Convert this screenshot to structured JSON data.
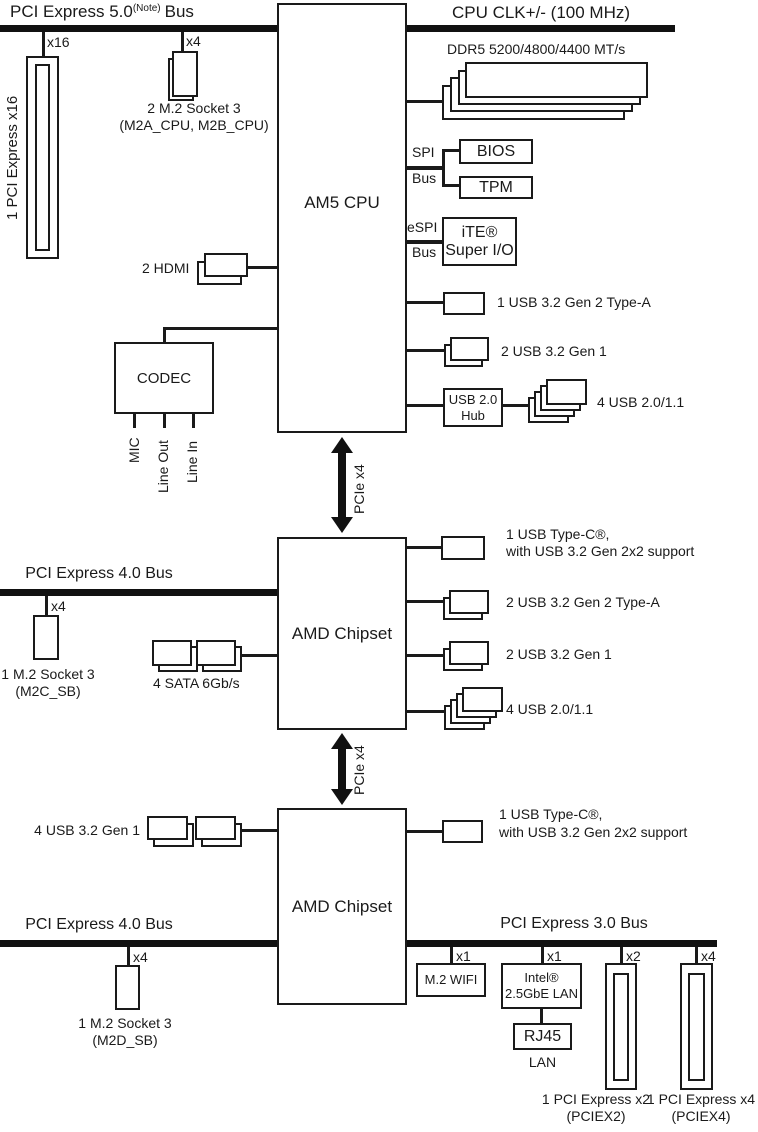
{
  "bus_pcie5": {
    "title": "PCI Express 5.0",
    "note": "(Note)",
    "tail": "Bus"
  },
  "bus_cpuclk": {
    "title": "CPU CLK+/- (100 MHz)"
  },
  "bus_pcie4_mid": {
    "title": "PCI Express 4.0 Bus"
  },
  "bus_pcie4_bot": {
    "title": "PCI Express 4.0 Bus"
  },
  "bus_pcie3": {
    "title": "PCI Express 3.0 Bus"
  },
  "cpu": {
    "label": "AM5 CPU"
  },
  "chipset_mid": {
    "label": "AMD Chipset"
  },
  "chipset_bot": {
    "label": "AMD Chipset"
  },
  "links": {
    "cpu_chipset": "PCIe x4",
    "chipset_chipset": "PCIe x4"
  },
  "pcie_x16": {
    "lane": "x16",
    "label": "1 PCI Express x16"
  },
  "m2_cpu": {
    "lane": "x4",
    "line1": "2 M.2 Socket 3",
    "line2": "(M2A_CPU, M2B_CPU)"
  },
  "memory": {
    "label": "DDR5 5200/4800/4400 MT/s"
  },
  "spi": {
    "word1": "SPI",
    "word2": "Bus"
  },
  "bios": {
    "label": "BIOS"
  },
  "tpm": {
    "label": "TPM"
  },
  "espi": {
    "word1": "eSPI",
    "word2": "Bus"
  },
  "superio": {
    "line1": "iTE®",
    "line2": "Super I/O"
  },
  "hdmi": {
    "label": "2 HDMI"
  },
  "codec": {
    "label": "CODEC",
    "port1": "MIC",
    "port2": "Line Out",
    "port3": "Line In"
  },
  "cpu_usb": {
    "typea": "1 USB 3.2 Gen 2 Type-A",
    "gen1": "2 USB 3.2 Gen 1",
    "hub1": "USB 2.0",
    "hub2": "Hub",
    "usb20": "4 USB 2.0/1.1"
  },
  "mid_usb": {
    "typec1": "1 USB Type-C®,",
    "typec2": "with USB 3.2 Gen 2x2 support",
    "gen2a": "2 USB 3.2 Gen 2 Type-A",
    "gen1": "2 USB 3.2 Gen 1",
    "usb20": "4 USB 2.0/1.1"
  },
  "m2c": {
    "lane": "x4",
    "line1": "1 M.2 Socket 3",
    "line2": "(M2C_SB)"
  },
  "sata": {
    "label": "4 SATA 6Gb/s"
  },
  "bot_usb": {
    "gen1": "4 USB 3.2 Gen 1",
    "typec1": "1 USB Type-C®,",
    "typec2": "with USB 3.2 Gen 2x2 support"
  },
  "m2d": {
    "lane": "x4",
    "line1": "1 M.2 Socket 3",
    "line2": "(M2D_SB)"
  },
  "wifi": {
    "lane": "x1",
    "label": "M.2 WIFI"
  },
  "lan": {
    "lane": "x1",
    "chip1": "Intel®",
    "chip2": "2.5GbE LAN",
    "rj45": "RJ45",
    "port": "LAN"
  },
  "pciex2": {
    "lane": "x2",
    "line1": "1 PCI Express x2",
    "line2": "(PCIEX2)"
  },
  "pciex4": {
    "lane": "x4",
    "line1": "1 PCI Express x4",
    "line2": "(PCIEX4)"
  }
}
